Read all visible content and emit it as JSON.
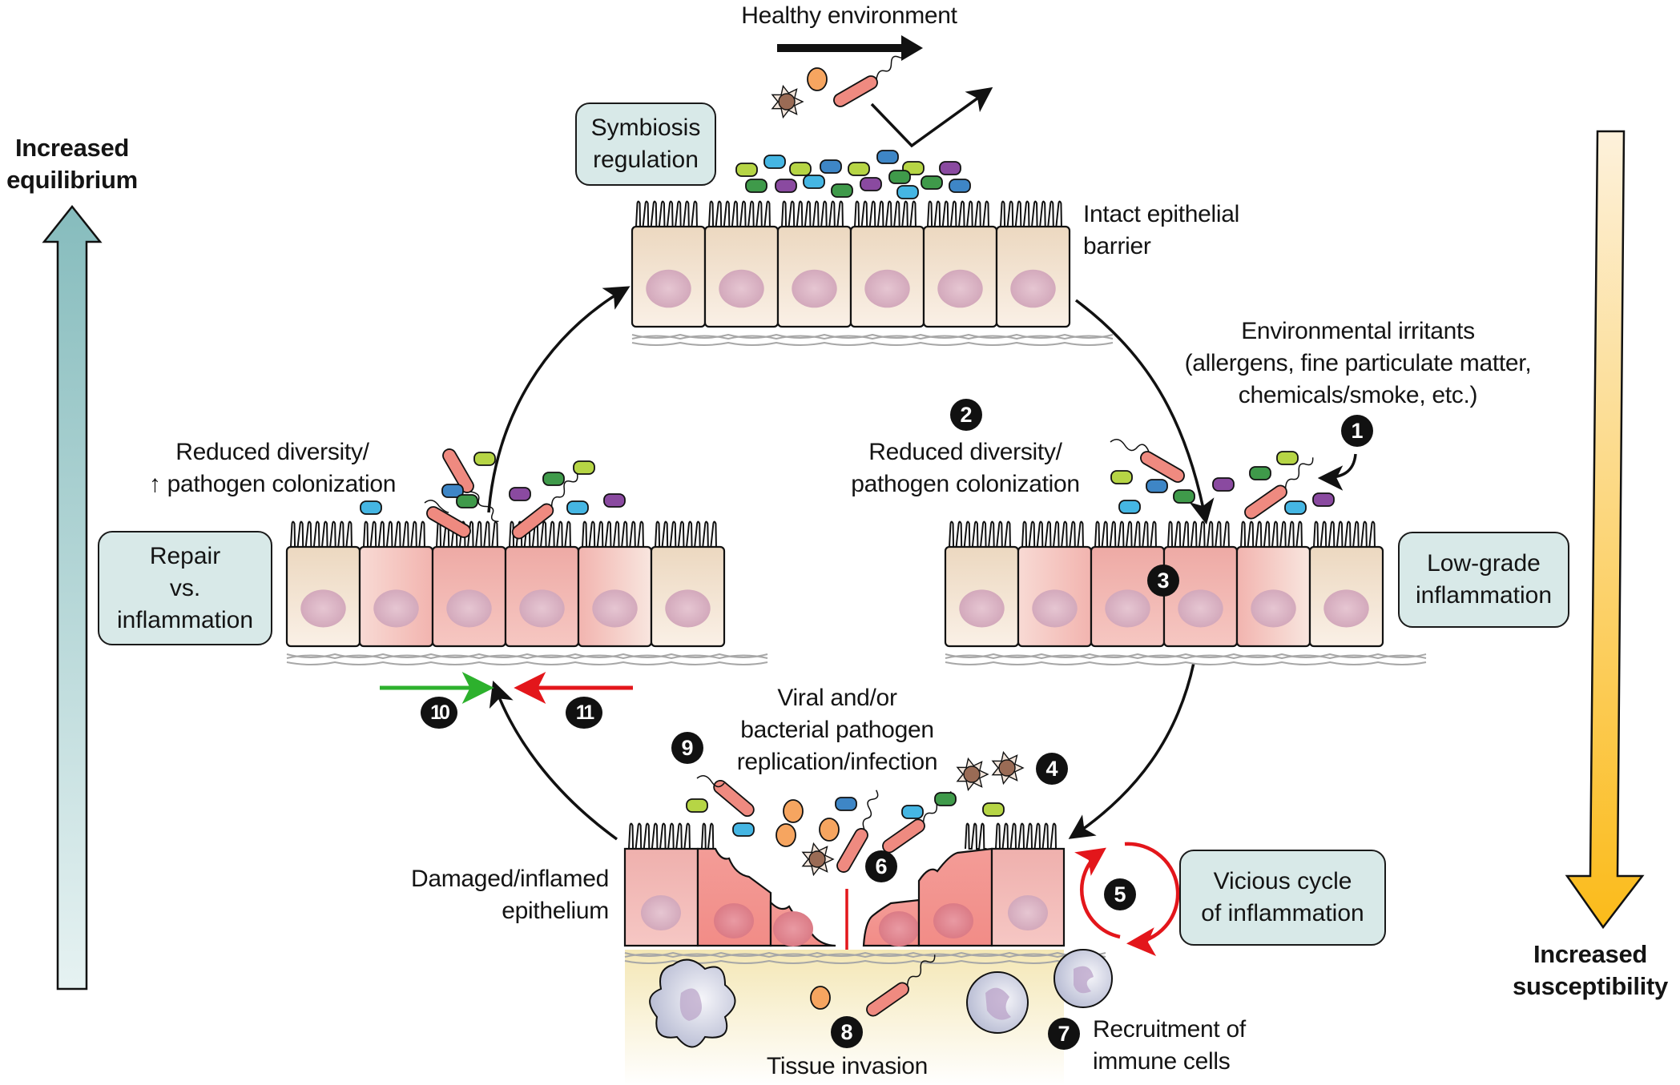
{
  "sides": {
    "left_arrow_label": [
      "Increased",
      "equilibrium"
    ],
    "right_arrow_label": [
      "Increased",
      "susceptibility"
    ],
    "left_arrow_color_top": "#88bfbf",
    "left_arrow_color_bottom": "#e4f1f1",
    "right_arrow_color_top": "#fdf0d8",
    "right_arrow_color_bottom": "#fbbd1f"
  },
  "top": {
    "healthy_env_label": "Healthy environment",
    "symbiosis_box": [
      "Symbiosis",
      "regulation"
    ],
    "intact_barrier_label": [
      "Intact epithelial",
      "barrier"
    ]
  },
  "right": {
    "irritants_label": [
      "Environmental irritants",
      "(allergens, fine particulate matter,",
      "chemicals/smoke, etc.)"
    ],
    "reduced_diversity_label": [
      "Reduced diversity/",
      "pathogen colonization"
    ],
    "low_grade_box": [
      "Low-grade",
      "inflammation"
    ]
  },
  "bottom": {
    "viral_label": [
      "Viral and/or",
      "bacterial pathogen",
      "replication/infection"
    ],
    "damaged_label": [
      "Damaged/inflamed",
      "epithelium"
    ],
    "vicious_box": [
      "Vicious cycle",
      "of inflammation"
    ],
    "tissue_invasion_label": "Tissue invasion",
    "recruitment_label": [
      "Recruitment of",
      "immune cells"
    ]
  },
  "left": {
    "reduced_diversity_label": [
      "Reduced diversity/",
      "↑ pathogen colonization"
    ],
    "repair_box": [
      "Repair",
      "vs.",
      "inflammation"
    ]
  },
  "steps": {
    "s1": "1",
    "s2": "2",
    "s3": "3",
    "s4": "4",
    "s5": "5",
    "s6": "6",
    "s7": "7",
    "s8": "8",
    "s9": "9",
    "s10": "10",
    "s11": "11"
  },
  "colors": {
    "box_fill": "#d8e9e8",
    "healthy_cell": "#f1e2cf",
    "inflamed_cell": "#f2b2ae",
    "damaged_cell": "#f08f8a",
    "nucleus": "#d9b3c4",
    "submucosa": "#f6ecc0",
    "repair_arrow": "#2db12d",
    "inflammation_arrow": "#e3161b",
    "bacterium_rod": "#ef8a80",
    "cocci": "#f6a560",
    "virus": "#9a6b55"
  },
  "microbes_palette": [
    "#b6d545",
    "#45b6e3",
    "#3e86c6",
    "#3f9a4a",
    "#8a4aa0"
  ]
}
